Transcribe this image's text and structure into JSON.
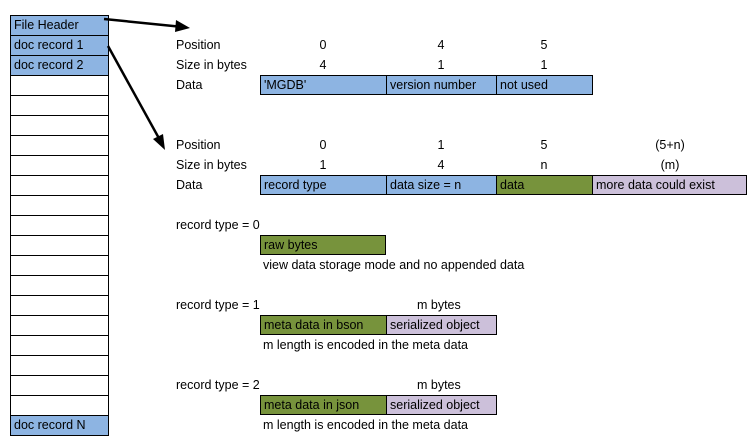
{
  "sidebar": {
    "items": [
      {
        "label": "File Header",
        "fill": "blue"
      },
      {
        "label": "doc record 1",
        "fill": "blue"
      },
      {
        "label": "doc record 2",
        "fill": "blue"
      },
      {
        "label": "",
        "fill": "white"
      },
      {
        "label": "",
        "fill": "white"
      },
      {
        "label": "",
        "fill": "white"
      },
      {
        "label": "",
        "fill": "white"
      },
      {
        "label": "",
        "fill": "white"
      },
      {
        "label": "",
        "fill": "white"
      },
      {
        "label": "",
        "fill": "white"
      },
      {
        "label": "",
        "fill": "white"
      },
      {
        "label": "",
        "fill": "white"
      },
      {
        "label": "",
        "fill": "white"
      },
      {
        "label": "",
        "fill": "white"
      },
      {
        "label": "",
        "fill": "white"
      },
      {
        "label": "",
        "fill": "white"
      },
      {
        "label": "",
        "fill": "white"
      },
      {
        "label": "",
        "fill": "white"
      },
      {
        "label": "",
        "fill": "white"
      },
      {
        "label": "",
        "fill": "white"
      },
      {
        "label": "doc record N",
        "fill": "blue"
      }
    ]
  },
  "header_table": {
    "row_labels": [
      "Position",
      "Size in bytes",
      "Data"
    ],
    "positions": [
      "0",
      "4",
      "5"
    ],
    "sizes": [
      "4",
      "1",
      "1"
    ],
    "cells": [
      "'MGDB'",
      "version number",
      "not used"
    ]
  },
  "record_table": {
    "row_labels": [
      "Position",
      "Size in bytes",
      "Data"
    ],
    "positions": [
      "0",
      "1",
      "5",
      "(5+n)"
    ],
    "sizes": [
      "1",
      "4",
      "n",
      "(m)"
    ],
    "cells": [
      "record type",
      "data size = n",
      "data",
      "more data could exist"
    ]
  },
  "record_types": [
    {
      "label": "record type = 0",
      "size_label": "",
      "cells": [
        "raw bytes"
      ],
      "note": "view data storage mode and no appended data"
    },
    {
      "label": "record type = 1",
      "size_label": "m bytes",
      "cells": [
        "meta data in bson",
        "serialized object"
      ],
      "note": "m length is encoded in the meta data"
    },
    {
      "label": "record type = 2",
      "size_label": "m bytes",
      "cells": [
        "meta data in json",
        "serialized object"
      ],
      "note": "m length is encoded in the meta data"
    }
  ],
  "colors": {
    "blue": "#8db4e2",
    "green": "#77933c",
    "purple": "#ccc0da",
    "white": "#ffffff"
  }
}
